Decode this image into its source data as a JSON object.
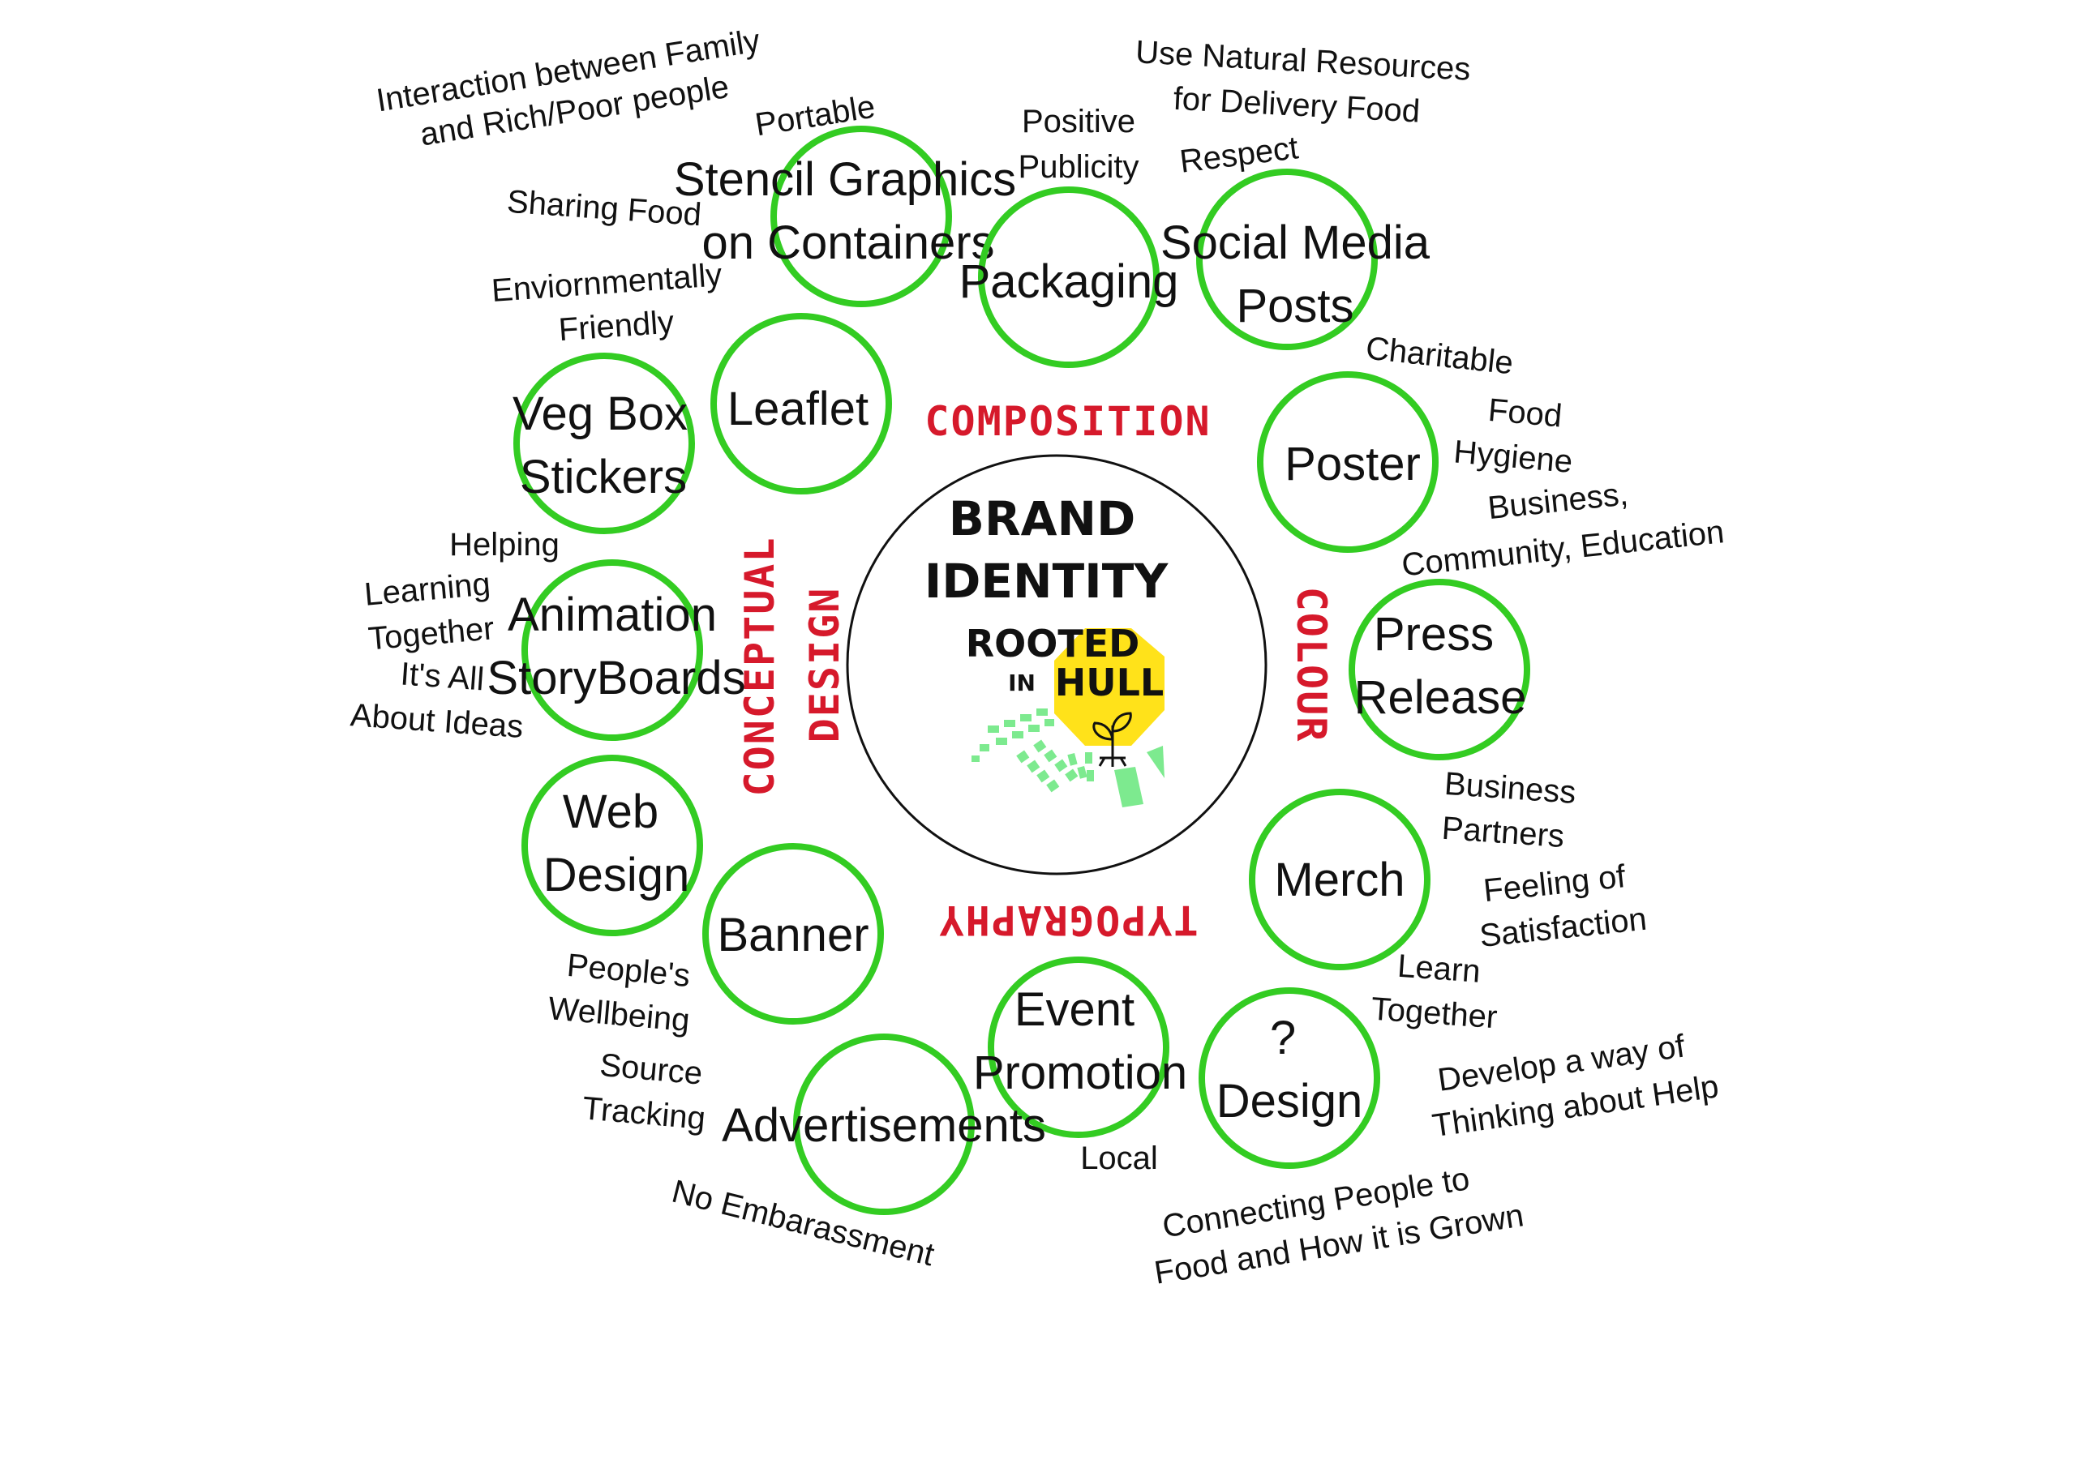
{
  "center": {
    "line1": "BRAND",
    "line2": "IDENTITY",
    "logo_rooted": "ROOTED",
    "logo_in": "IN",
    "logo_hull": "HULL",
    "logo_sun_color": "#ffe21a",
    "logo_ray_color": "#7dea8f"
  },
  "themes": {
    "composition": "COMPOSITION",
    "colour": "COLOUR",
    "typography": "TYPOGRAPHY",
    "conceptual": "CONCEPTUAL",
    "design": "DESIGN"
  },
  "nodes": {
    "stencil": [
      "Stencil Graphics",
      "on Containers"
    ],
    "packaging": [
      "Packaging"
    ],
    "social": [
      "Social Media",
      "Posts"
    ],
    "leaflet": [
      "Leaflet"
    ],
    "vegbox": [
      "Veg Box",
      "Stickers"
    ],
    "poster": [
      "Poster"
    ],
    "animation": [
      "Animation",
      "StoryBoards"
    ],
    "press": [
      "Press",
      "Release"
    ],
    "web": [
      "Web",
      "Design"
    ],
    "merch": [
      "Merch"
    ],
    "banner": [
      "Banner"
    ],
    "event": [
      "Event",
      "Promotion"
    ],
    "question": [
      "?",
      "Design"
    ],
    "ads": [
      "Advertisements"
    ]
  },
  "notes": {
    "interaction": [
      "Interaction between Family",
      "and Rich/Poor people"
    ],
    "portable": [
      "Portable"
    ],
    "positive": [
      "Positive",
      "Publicity"
    ],
    "natural": [
      "Use Natural Resources",
      "for Delivery Food"
    ],
    "respect": [
      "Respect"
    ],
    "sharing": [
      "Sharing Food"
    ],
    "environment": [
      "Enviornmentally",
      "Friendly"
    ],
    "charitable": [
      "Charitable"
    ],
    "hygiene": [
      "Food",
      "Hygiene"
    ],
    "business_comm": [
      "Business,",
      "Community, Education"
    ],
    "helping": [
      "Helping"
    ],
    "learning": [
      "Learning",
      "Together"
    ],
    "ideas": [
      "It's All",
      "About Ideas"
    ],
    "partners": [
      "Business",
      "Partners"
    ],
    "satisfaction": [
      "Feeling of",
      "Satisfaction"
    ],
    "learn": [
      "Learn",
      "Together"
    ],
    "wellbeing": [
      "People's",
      "Wellbeing"
    ],
    "source": [
      "Source",
      "Tracking"
    ],
    "develop": [
      "Develop a way of",
      "Thinking about Help"
    ],
    "local": [
      "Local"
    ],
    "connecting": [
      "Connecting People to",
      "Food and How it is Grown"
    ],
    "embarrass": [
      "No Embarassment"
    ]
  }
}
